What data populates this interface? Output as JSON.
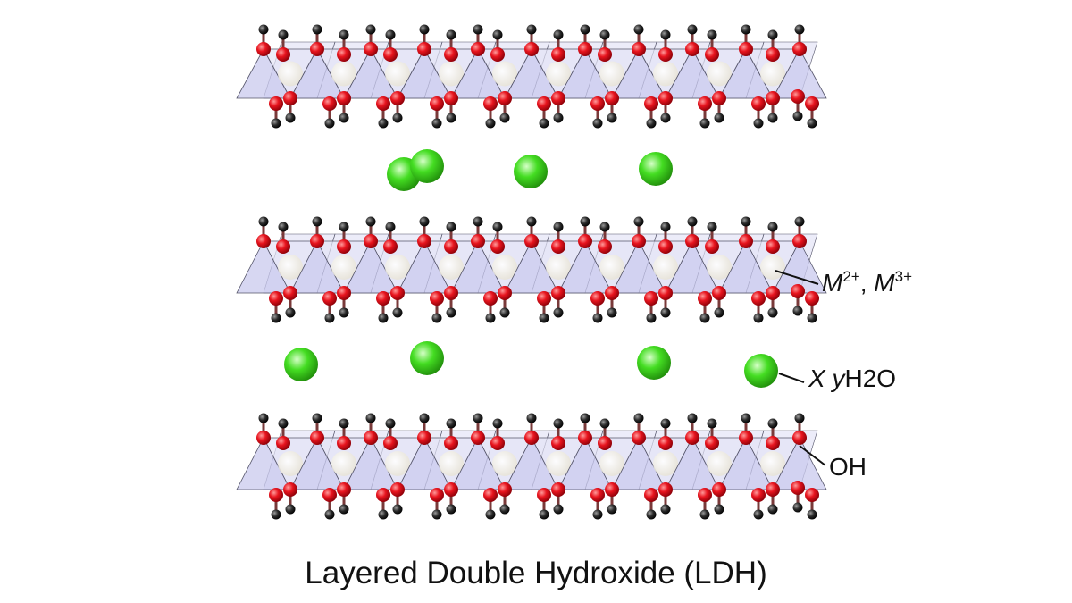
{
  "colors": {
    "oxygen": "#e8141e",
    "hydrogen": "#2b2b2b",
    "anion": "#44dd22",
    "octahedron": "#c9c9ee",
    "octahedron_edge": "#55556a"
  },
  "labels": {
    "metal_m1": "M",
    "metal_m1_charge": "2+",
    "metal_sep": ", ",
    "metal_m2": "M",
    "metal_m2_charge": "3+",
    "anion_x": "X",
    "anion_y": "y",
    "anion_water": "H2O",
    "hydroxide": "OH"
  },
  "caption": "Layered Double Hydroxide (LDH)"
}
